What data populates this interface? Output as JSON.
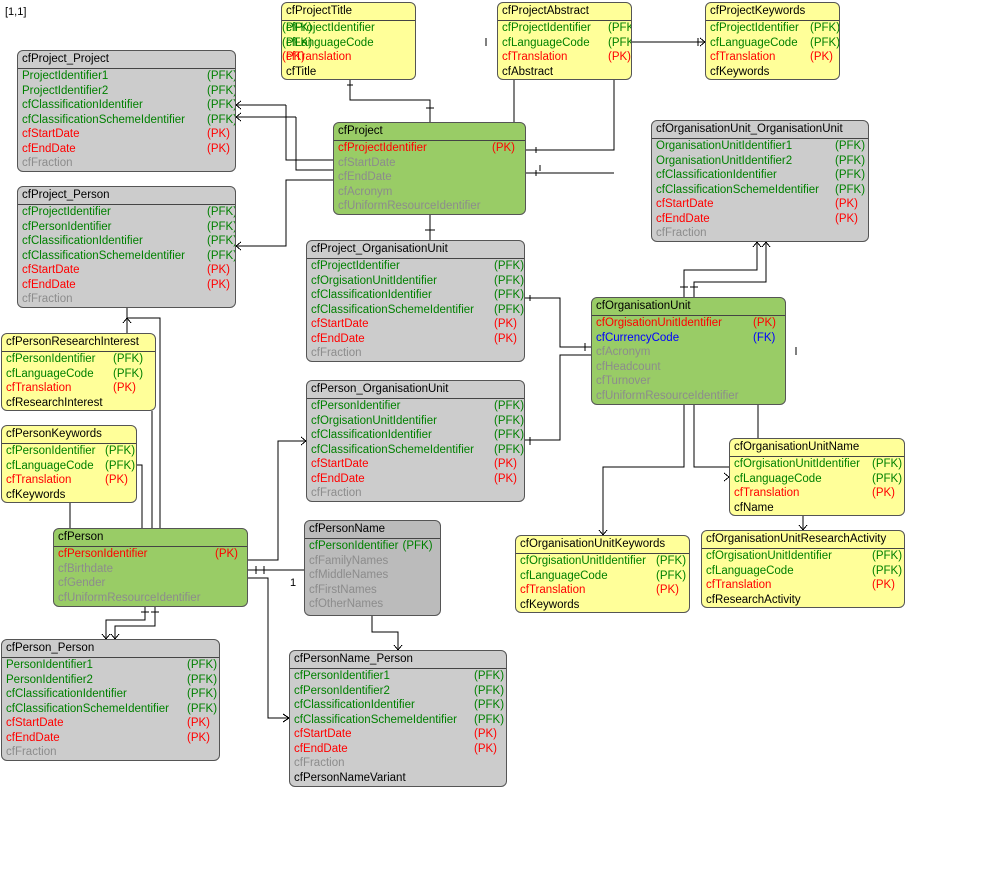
{
  "corner_label": "[1,1]",
  "cardinality_label": "1",
  "key_types": {
    "PFK": "(PFK)",
    "PK": "(PK)",
    "FK": "(FK)"
  },
  "entities": [
    {
      "id": "cfProject_Project",
      "name": "cfProject_Project",
      "fill": "grey",
      "columns": [
        {
          "name": "ProjectIdentifier1",
          "key": "PFK"
        },
        {
          "name": "ProjectIdentifier2",
          "key": "PFK"
        },
        {
          "name": "cfClassificationIdentifier",
          "key": "PFK"
        },
        {
          "name": "cfClassificationSchemeIdentifier",
          "key": "PFK"
        },
        {
          "name": "cfStartDate",
          "key": "PK"
        },
        {
          "name": "cfEndDate",
          "key": "PK"
        },
        {
          "name": "cfFraction",
          "key": ""
        }
      ]
    },
    {
      "id": "cfProjectTitle",
      "name": "cfProjectTitle",
      "fill": "yellow",
      "columns": [
        {
          "name": "cfProjectIdentifier",
          "key": "PFK"
        },
        {
          "name": "cfLanguageCode",
          "key": "PFK"
        },
        {
          "name": "cfTranslation",
          "key": "PK"
        },
        {
          "name": "cfTitle",
          "key": "",
          "style": "black"
        }
      ]
    },
    {
      "id": "cfProjectAbstract",
      "name": "cfProjectAbstract",
      "fill": "yellow",
      "columns": [
        {
          "name": "cfProjectIdentifier",
          "key": "PFK"
        },
        {
          "name": "cfLanguageCode",
          "key": "PFK"
        },
        {
          "name": "cfTranslation",
          "key": "PK"
        },
        {
          "name": "cfAbstract",
          "key": "",
          "style": "black"
        }
      ]
    },
    {
      "id": "cfProjectKeywords",
      "name": "cfProjectKeywords",
      "fill": "yellow",
      "columns": [
        {
          "name": "cfProjectIdentifier",
          "key": "PFK"
        },
        {
          "name": "cfLanguageCode",
          "key": "PFK"
        },
        {
          "name": "cfTranslation",
          "key": "PK"
        },
        {
          "name": "cfKeywords",
          "key": "",
          "style": "black"
        }
      ]
    },
    {
      "id": "cfProject",
      "name": "cfProject",
      "fill": "green",
      "columns": [
        {
          "name": "cfProjectIdentifier",
          "key": "PK"
        },
        {
          "name": "cfStartDate",
          "key": ""
        },
        {
          "name": "cfEndDate",
          "key": ""
        },
        {
          "name": "cfAcronym",
          "key": ""
        },
        {
          "name": "cfUniformResourceIdentifier",
          "key": ""
        }
      ]
    },
    {
      "id": "cfOrganisationUnit_OrganisationUnit",
      "name": "cfOrganisationUnit_OrganisationUnit",
      "fill": "grey",
      "columns": [
        {
          "name": "OrganisationUnitIdentifier1",
          "key": "PFK"
        },
        {
          "name": "OrganisationUnitIdentifier2",
          "key": "PFK"
        },
        {
          "name": "cfClassificationIdentifier",
          "key": "PFK"
        },
        {
          "name": "cfClassificationSchemeIdentifier",
          "key": "PFK"
        },
        {
          "name": "cfStartDate",
          "key": "PK"
        },
        {
          "name": "cfEndDate",
          "key": "PK"
        },
        {
          "name": "cfFraction",
          "key": ""
        }
      ]
    },
    {
      "id": "cfProject_Person",
      "name": "cfProject_Person",
      "fill": "grey",
      "columns": [
        {
          "name": "cfProjectIdentifier",
          "key": "PFK"
        },
        {
          "name": "cfPersonIdentifier",
          "key": "PFK"
        },
        {
          "name": "cfClassificationIdentifier",
          "key": "PFK"
        },
        {
          "name": "cfClassificationSchemeIdentifier",
          "key": "PFK"
        },
        {
          "name": "cfStartDate",
          "key": "PK"
        },
        {
          "name": "cfEndDate",
          "key": "PK"
        },
        {
          "name": "cfFraction",
          "key": ""
        }
      ]
    },
    {
      "id": "cfProject_OrganisationUnit",
      "name": "cfProject_OrganisationUnit",
      "fill": "grey",
      "columns": [
        {
          "name": "cfProjectIdentifier",
          "key": "PFK"
        },
        {
          "name": "cfOrgisationUnitIdentifier",
          "key": "PFK"
        },
        {
          "name": "cfClassificationIdentifier",
          "key": "PFK"
        },
        {
          "name": "cfClassificationSchemeIdentifier",
          "key": "PFK"
        },
        {
          "name": "cfStartDate",
          "key": "PK"
        },
        {
          "name": "cfEndDate",
          "key": "PK"
        },
        {
          "name": "cfFraction",
          "key": ""
        }
      ]
    },
    {
      "id": "cfOrganisationUnit",
      "name": "cfOrganisationUnit",
      "fill": "green",
      "columns": [
        {
          "name": "cfOrgisationUnitIdentifier",
          "key": "PK"
        },
        {
          "name": "cfCurrencyCode",
          "key": "FK"
        },
        {
          "name": "cfAcronym",
          "key": ""
        },
        {
          "name": "cfHeadcount",
          "key": ""
        },
        {
          "name": "cfTurnover",
          "key": ""
        },
        {
          "name": "cfUniformResourceIdentifier",
          "key": ""
        }
      ]
    },
    {
      "id": "cfPersonResearchInterest",
      "name": "cfPersonResearchInterest",
      "fill": "yellow",
      "columns": [
        {
          "name": "cfPersonIdentifier",
          "key": "PFK"
        },
        {
          "name": "cfLanguageCode",
          "key": "PFK"
        },
        {
          "name": "cfTranslation",
          "key": "PK"
        },
        {
          "name": "cfResearchInterest",
          "key": "",
          "style": "black"
        }
      ]
    },
    {
      "id": "cfPerson_OrganisationUnit",
      "name": "cfPerson_OrganisationUnit",
      "fill": "grey",
      "columns": [
        {
          "name": "cfPersonIdentifier",
          "key": "PFK"
        },
        {
          "name": "cfOrgisationUnitIdentifier",
          "key": "PFK"
        },
        {
          "name": "cfClassificationIdentifier",
          "key": "PFK"
        },
        {
          "name": "cfClassificationSchemeIdentifier",
          "key": "PFK"
        },
        {
          "name": "cfStartDate",
          "key": "PK"
        },
        {
          "name": "cfEndDate",
          "key": "PK"
        },
        {
          "name": "cfFraction",
          "key": ""
        }
      ]
    },
    {
      "id": "cfPersonKeywords",
      "name": "cfPersonKeywords",
      "fill": "yellow",
      "columns": [
        {
          "name": "cfPersonIdentifier",
          "key": "PFK"
        },
        {
          "name": "cfLanguageCode",
          "key": "PFK"
        },
        {
          "name": "cfTranslation",
          "key": "PK"
        },
        {
          "name": "cfKeywords",
          "key": "",
          "style": "black"
        }
      ]
    },
    {
      "id": "cfOrganisationUnitName",
      "name": "cfOrganisationUnitName",
      "fill": "yellow",
      "columns": [
        {
          "name": "cfOrgisationUnitIdentifier",
          "key": "PFK"
        },
        {
          "name": "cfLanguageCode",
          "key": "PFK"
        },
        {
          "name": "cfTranslation",
          "key": "PK"
        },
        {
          "name": "cfName",
          "key": "",
          "style": "black"
        }
      ]
    },
    {
      "id": "cfPerson",
      "name": "cfPerson",
      "fill": "green",
      "columns": [
        {
          "name": "cfPersonIdentifier",
          "key": "PK"
        },
        {
          "name": "cfBirthdate",
          "key": ""
        },
        {
          "name": "cfGender",
          "key": ""
        },
        {
          "name": "cfUniformResourceIdentifier",
          "key": ""
        }
      ]
    },
    {
      "id": "cfPersonName",
      "name": "cfPersonName",
      "fill": "darkgrey",
      "columns": [
        {
          "name": "cfPersonIdentifier",
          "key": "PFK",
          "tight": true
        },
        {
          "name": "cfFamilyNames",
          "key": ""
        },
        {
          "name": "cfMiddleNames",
          "key": ""
        },
        {
          "name": "cfFirstNames",
          "key": ""
        },
        {
          "name": "cfOtherNames",
          "key": ""
        }
      ]
    },
    {
      "id": "cfOrganisationUnitKeywords",
      "name": "cfOrganisationUnitKeywords",
      "fill": "yellow",
      "columns": [
        {
          "name": "cfOrgisationUnitIdentifier",
          "key": "PFK"
        },
        {
          "name": "cfLanguageCode",
          "key": "PFK"
        },
        {
          "name": "cfTranslation",
          "key": "PK"
        },
        {
          "name": "cfKeywords",
          "key": "",
          "style": "black"
        }
      ]
    },
    {
      "id": "cfOrganisationUnitResearchActivity",
      "name": "cfOrganisationUnitResearchActivity",
      "fill": "yellow",
      "columns": [
        {
          "name": "cfOrgisationUnitIdentifier",
          "key": "PFK"
        },
        {
          "name": "cfLanguageCode",
          "key": "PFK"
        },
        {
          "name": "cfTranslation",
          "key": "PK"
        },
        {
          "name": "cfResearchActivity",
          "key": "",
          "style": "black"
        }
      ]
    },
    {
      "id": "cfPerson_Person",
      "name": "cfPerson_Person",
      "fill": "grey",
      "columns": [
        {
          "name": "PersonIdentifier1",
          "key": "PFK"
        },
        {
          "name": "PersonIdentifier2",
          "key": "PFK"
        },
        {
          "name": "cfClassificationIdentifier",
          "key": "PFK"
        },
        {
          "name": "cfClassificationSchemeIdentifier",
          "key": "PFK"
        },
        {
          "name": "cfStartDate",
          "key": "PK"
        },
        {
          "name": "cfEndDate",
          "key": "PK"
        },
        {
          "name": "cfFraction",
          "key": ""
        }
      ]
    },
    {
      "id": "cfPersonName_Person",
      "name": "cfPersonName_Person",
      "fill": "grey",
      "columns": [
        {
          "name": "cfPersonIdentifier1",
          "key": "PFK"
        },
        {
          "name": "cfPersonIdentifier2",
          "key": "PFK"
        },
        {
          "name": "cfClassificationIdentifier",
          "key": "PFK"
        },
        {
          "name": "cfClassificationSchemeIdentifier",
          "key": "PFK"
        },
        {
          "name": "cfStartDate",
          "key": "PK"
        },
        {
          "name": "cfEndDate",
          "key": "PK"
        },
        {
          "name": "cfFraction",
          "key": ""
        },
        {
          "name": "cfPersonNameVariant",
          "key": "",
          "style": "black"
        }
      ]
    }
  ],
  "relationships": [
    {
      "from": "cfProject",
      "to": "cfProject_Project",
      "role": "ProjectIdentifier1"
    },
    {
      "from": "cfProject",
      "to": "cfProject_Project",
      "role": "ProjectIdentifier2"
    },
    {
      "from": "cfProject",
      "to": "cfProject_Person"
    },
    {
      "from": "cfProject",
      "to": "cfProjectTitle"
    },
    {
      "from": "cfProject",
      "to": "cfProjectAbstract"
    },
    {
      "from": "cfProject",
      "to": "cfProjectKeywords"
    },
    {
      "from": "cfProject",
      "to": "cfProject_OrganisationUnit"
    },
    {
      "from": "cfOrganisationUnit",
      "to": "cfProject_OrganisationUnit"
    },
    {
      "from": "cfOrganisationUnit",
      "to": "cfPerson_OrganisationUnit"
    },
    {
      "from": "cfOrganisationUnit",
      "to": "cfOrganisationUnit_OrganisationUnit",
      "role": "OrganisationUnitIdentifier1"
    },
    {
      "from": "cfOrganisationUnit",
      "to": "cfOrganisationUnit_OrganisationUnit",
      "role": "OrganisationUnitIdentifier2"
    },
    {
      "from": "cfOrganisationUnit",
      "to": "cfOrganisationUnitKeywords"
    },
    {
      "from": "cfOrganisationUnit",
      "to": "cfOrganisationUnitName"
    },
    {
      "from": "cfOrganisationUnit",
      "to": "cfOrganisationUnitResearchActivity"
    },
    {
      "from": "cfPerson",
      "to": "cfProject_Person"
    },
    {
      "from": "cfPerson",
      "to": "cfPersonResearchInterest"
    },
    {
      "from": "cfPerson",
      "to": "cfPersonKeywords"
    },
    {
      "from": "cfPerson",
      "to": "cfPerson_OrganisationUnit"
    },
    {
      "from": "cfPerson",
      "to": "cfPersonName"
    },
    {
      "from": "cfPerson",
      "to": "cfPerson_Person",
      "role": "PersonIdentifier1"
    },
    {
      "from": "cfPerson",
      "to": "cfPerson_Person",
      "role": "PersonIdentifier2"
    },
    {
      "from": "cfPerson",
      "to": "cfPersonName_Person"
    },
    {
      "from": "cfPersonName",
      "to": "cfPersonName_Person"
    }
  ],
  "colors": {
    "yellow": "#ffff99",
    "green": "#99cc66",
    "grey": "#cccccc",
    "darkgrey": "#bbbbbb",
    "pfk": "#008000",
    "pk": "#ff0000",
    "fk": "#0000ff",
    "attribute": "#8c8c8c",
    "line": "#000000"
  }
}
